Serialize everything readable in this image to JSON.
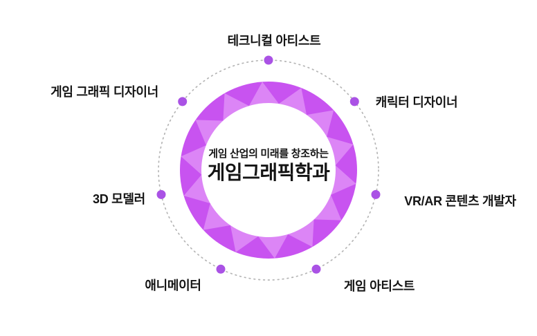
{
  "center": {
    "subtitle": "게임 산업의 미래를 창조하는",
    "title": "게임그래픽학과"
  },
  "roles": [
    {
      "label": "테크니컬 아티스트"
    },
    {
      "label": "캐릭터 디자이너"
    },
    {
      "label": "VR/AR 콘텐츠 개발자"
    },
    {
      "label": "게임 아티스트"
    },
    {
      "label": "애니메이터"
    },
    {
      "label": "3D 모델러"
    },
    {
      "label": "게임 그래픽 디자이너"
    }
  ],
  "colors": {
    "background": "#ffffff",
    "ring_dark": "#c853f0",
    "ring_light": "#dc85f6",
    "role_dot": "#aa52e5",
    "orbit_dots": "#b5b5b5",
    "text": "#141414"
  }
}
